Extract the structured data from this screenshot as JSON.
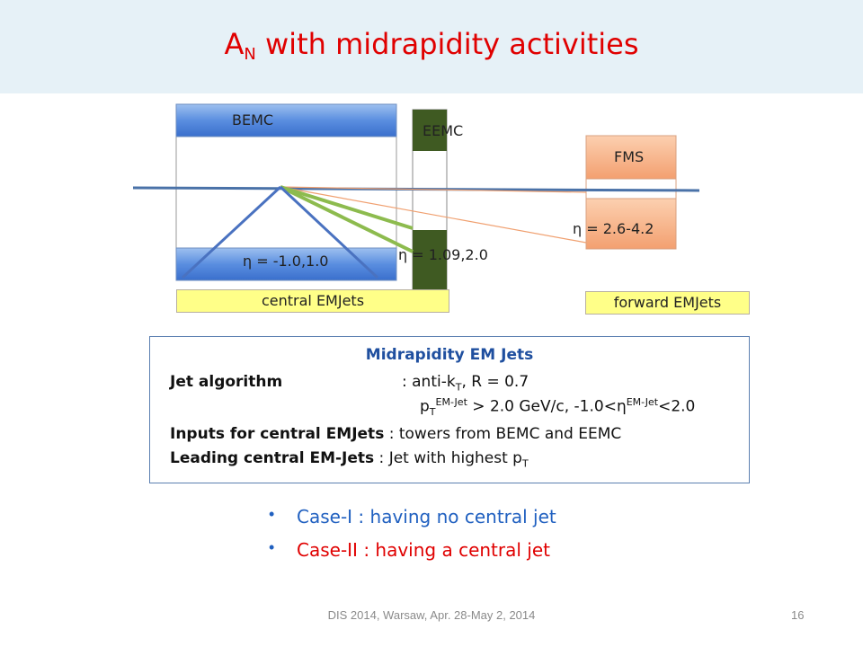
{
  "title": {
    "main": "A",
    "sub": "N",
    "rest": " with midrapidity activities"
  },
  "detectors": {
    "bemc": "BEMC",
    "eemc": "EEMC",
    "fms": "FMS",
    "eta_bemc": "η = -1.0,1.0",
    "eta_eemc": "η = 1.09,2.0",
    "eta_fms": "η = 2.6-4.2"
  },
  "labels": {
    "central": "central EMJets",
    "forward": "forward EMJets"
  },
  "info": {
    "heading": "Midrapidity EM Jets",
    "alg_label": "Jet algorithm",
    "alg_value_a": ": anti-k",
    "alg_value_sub": "T",
    "alg_value_b": ", R = 0.7",
    "cut_p": "p",
    "cut_sub": "T",
    "cut_sup": "EM-Jet",
    "cut_mid": " > 2.0 GeV/c,  -1.0<η",
    "cut_sup2": "EM-Jet",
    "cut_end": "<2.0",
    "inputs_label": "Inputs for central EMJets",
    "inputs_value": " :  towers from BEMC and EEMC",
    "leading_label": "Leading central EM-Jets",
    "leading_value_a": "   :  Jet with highest p",
    "leading_sub": "T"
  },
  "cases": [
    {
      "label": "Case-I   : having no central jet",
      "color": "#2060c0"
    },
    {
      "label": "Case-II  : having a central jet",
      "color": "#e00000"
    }
  ],
  "footer": {
    "text": "DIS 2014,  Warsaw,  Apr. 28-May 2, 2014",
    "page": "16"
  },
  "colors": {
    "accent_red": "#e00000",
    "accent_blue": "#2060c0",
    "eemc_green": "#3f5a22",
    "fms_orange": "#f4a070"
  }
}
